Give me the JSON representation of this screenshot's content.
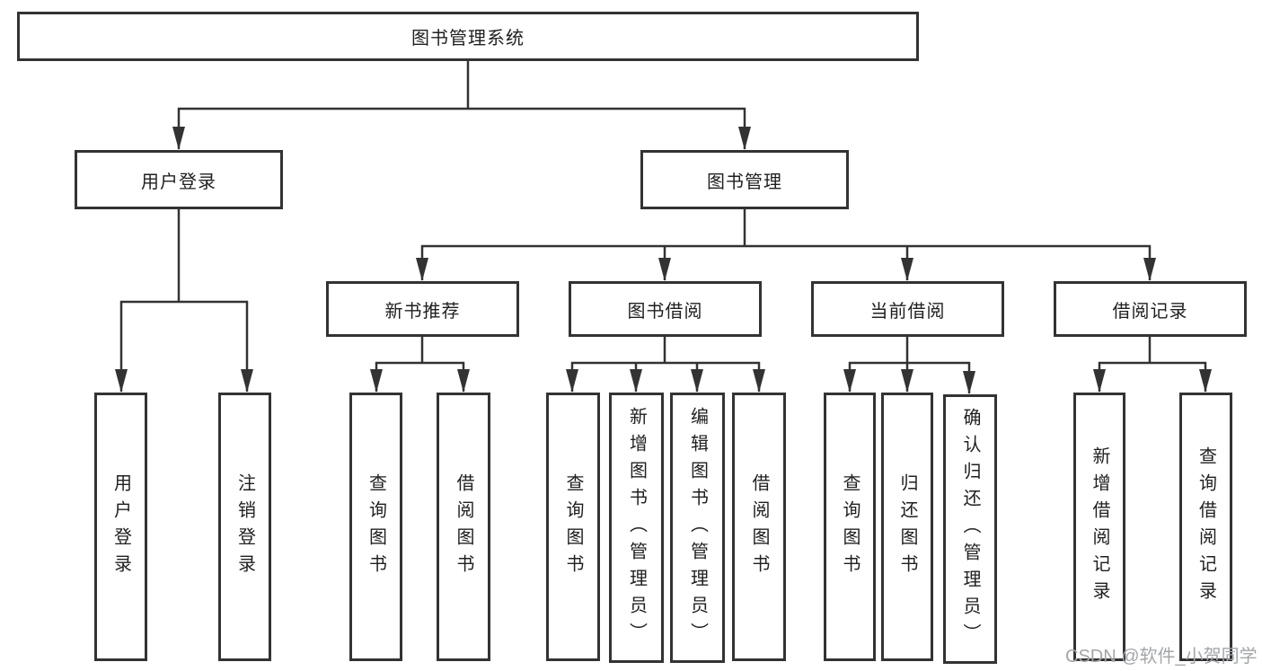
{
  "tree": {
    "root": {
      "label": "图书管理系统"
    },
    "branches": [
      {
        "label": "用户登录",
        "children": [
          {
            "label": "用户登录"
          },
          {
            "label": "注销登录"
          }
        ]
      },
      {
        "label": "图书管理",
        "children": [
          {
            "label": "新书推荐",
            "children": [
              {
                "label": "查询图书"
              },
              {
                "label": "借阅图书"
              }
            ]
          },
          {
            "label": "图书借阅",
            "children": [
              {
                "label": "查询图书"
              },
              {
                "label": "新增图书（管理员）"
              },
              {
                "label": "编辑图书（管理员）"
              },
              {
                "label": "借阅图书"
              }
            ]
          },
          {
            "label": "当前借阅",
            "children": [
              {
                "label": "查询图书"
              },
              {
                "label": "归还图书"
              },
              {
                "label": "确认归还（管理员）"
              }
            ]
          },
          {
            "label": "借阅记录",
            "children": [
              {
                "label": "新增借阅记录"
              },
              {
                "label": "查询借阅记录"
              }
            ]
          }
        ]
      }
    ]
  },
  "colors": {
    "line": "#333333",
    "text": "#1f1f1f",
    "watermark": "#a3a6aa"
  },
  "watermark": {
    "text": "CSDN @软件_小贺同学"
  }
}
